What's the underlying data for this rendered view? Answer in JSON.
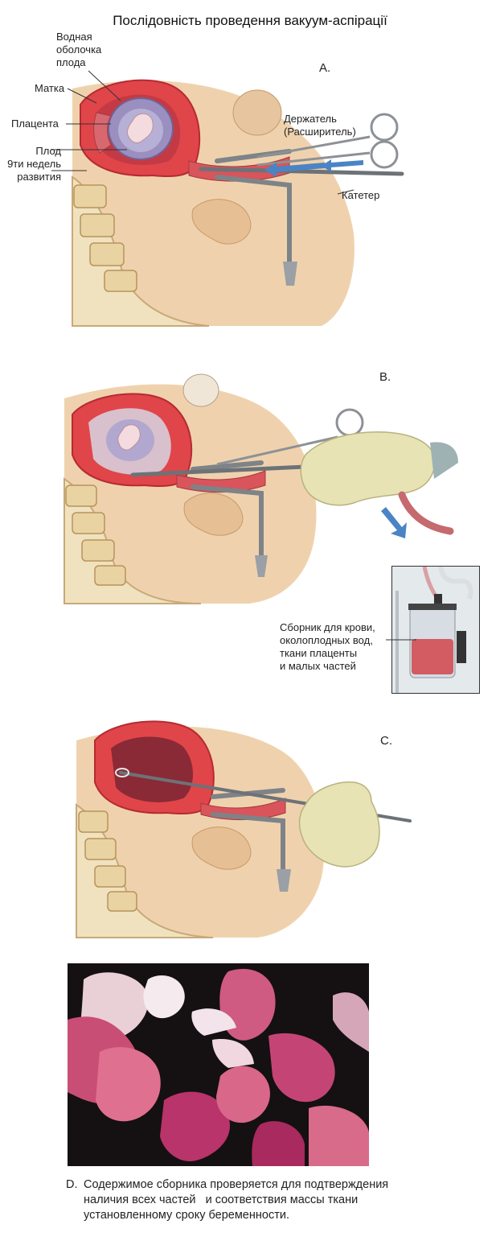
{
  "title": "Послідовність проведення вакуум-аспірації",
  "panel_a": {
    "letter": "A.",
    "labels": {
      "amniotic_sac": "Водная\nоболочка\nплода",
      "uterus": "Матка",
      "placenta": "Плацента",
      "fetus": "Плод\n9ти недель\nразвития",
      "holder": "Держатель\n(Расширитель)",
      "catheter": "Катетер"
    }
  },
  "panel_b": {
    "letter": "B.",
    "collector_label": "Сборник для крови,\nоколоплодных вод,\nткани плаценты\nи малых частей"
  },
  "panel_c": {
    "letter": "C."
  },
  "panel_d": {
    "letter": "D.",
    "caption_lines": [
      "Содержимое сборника проверяется для подтверждения",
      "наличия всех частей   и соответствия массы ткани",
      "установленному сроку беременности."
    ]
  },
  "colors": {
    "uterus": "#e0454a",
    "tissue_skin": "#e9c9a0",
    "bone": "#efe0b8",
    "glove": "#e8e3b4",
    "arrow": "#4a84c4",
    "instrument": "#8d9196"
  }
}
